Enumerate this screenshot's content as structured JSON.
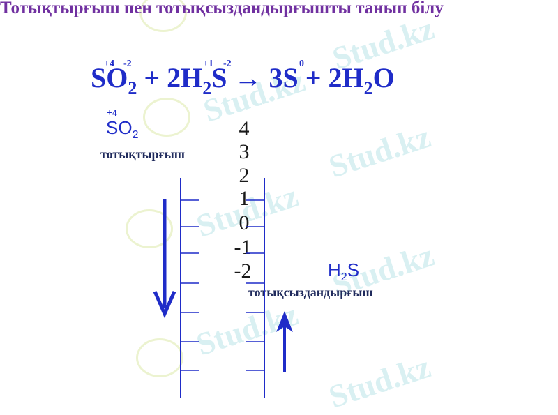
{
  "title": "Тотықтырғыш пен тотықсыздандырғышты танып білу",
  "equation": {
    "so2": "SO",
    "so2_sub": "2",
    "plus1": "+ 2H",
    "h2s_sub": "2",
    "s_after": "S",
    "arrow": "→",
    "three_s": "3S",
    "plus2": "+ 2H",
    "h2o_sub": "2",
    "o": "O",
    "ox_s_in_so2": "+4",
    "ox_o_in_so2": "-2",
    "ox_h_in_h2s": "+1",
    "ox_s_in_h2s": "-2",
    "ox_s_product": "0"
  },
  "oxidizer": {
    "formula": "SO",
    "sub": "2",
    "ox": "+4",
    "caption": "тотықтырғыш"
  },
  "reducer": {
    "formula": "H",
    "sub": "2",
    "rest": "S",
    "caption": "тотықсыздандырғыш"
  },
  "scale": [
    "4",
    "3",
    "2",
    "1",
    "0",
    "-1",
    "-2"
  ],
  "watermark": "Stud.kz"
}
